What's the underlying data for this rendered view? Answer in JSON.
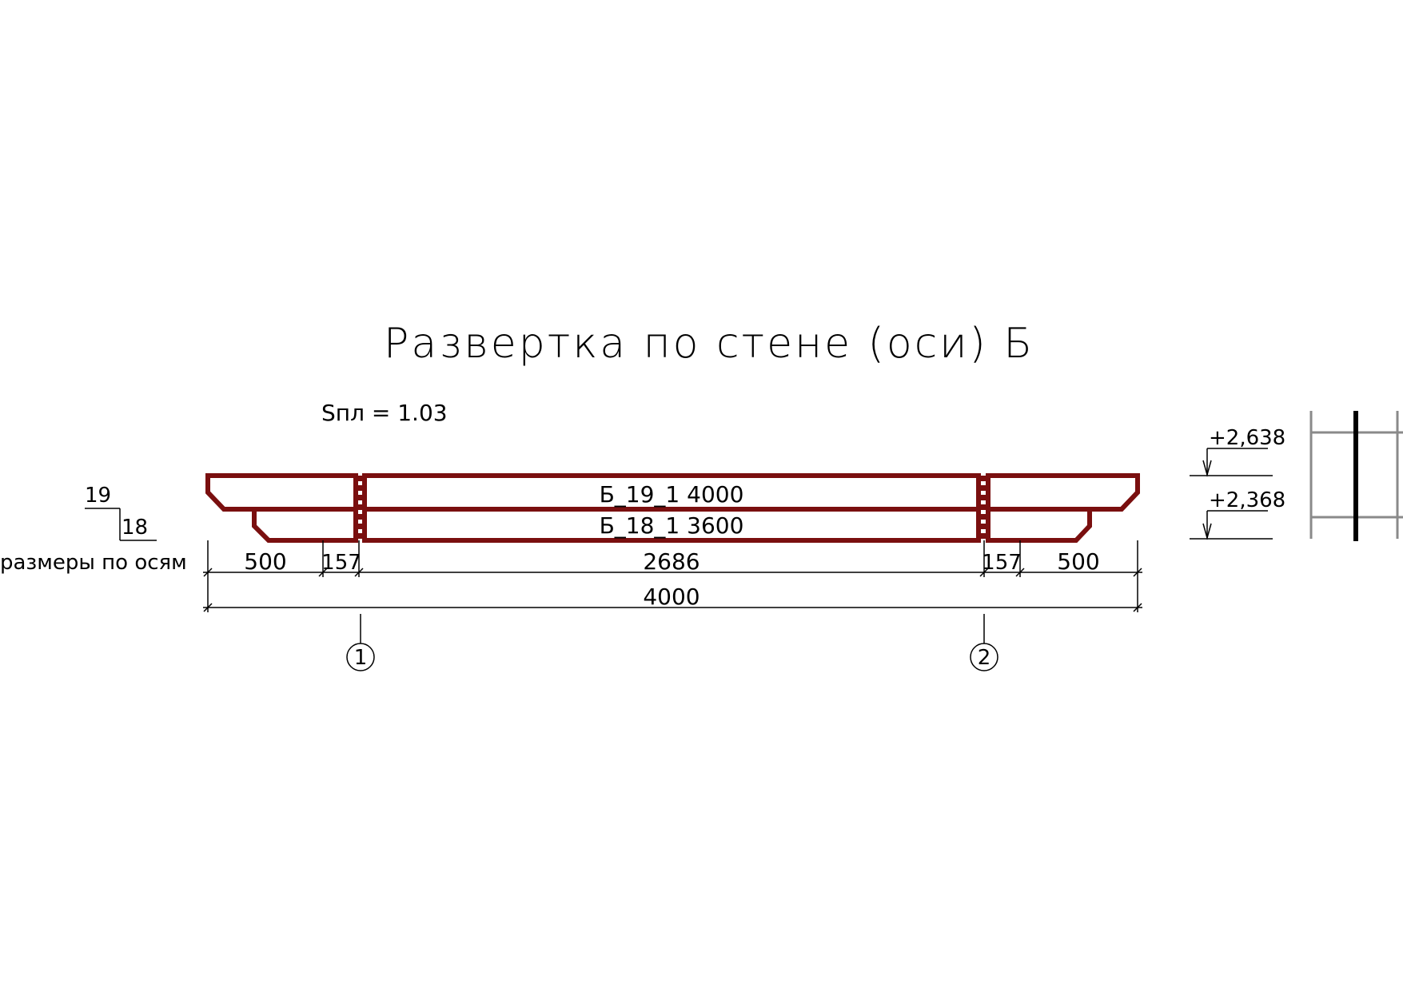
{
  "title": "Развертка по стене (оси) Б",
  "area_label": "Sпл = 1.03",
  "legend": {
    "top_row": "19",
    "bottom_row": "18",
    "note": "размеры по осям"
  },
  "beams": {
    "upper": "Б_19_1   4000",
    "lower": "Б_18_1   3600"
  },
  "dimensions": {
    "left_500": "500",
    "left_157": "157",
    "middle": "2686",
    "right_157": "157",
    "right_500": "500",
    "total": "4000"
  },
  "axes": {
    "axis_1": "1",
    "axis_2": "2"
  },
  "levels": {
    "upper": "+2,638",
    "lower": "+2,368"
  },
  "colors": {
    "beam": "#7a0f0f",
    "lines": "#000000",
    "section_grid": "#8a8a8a"
  }
}
